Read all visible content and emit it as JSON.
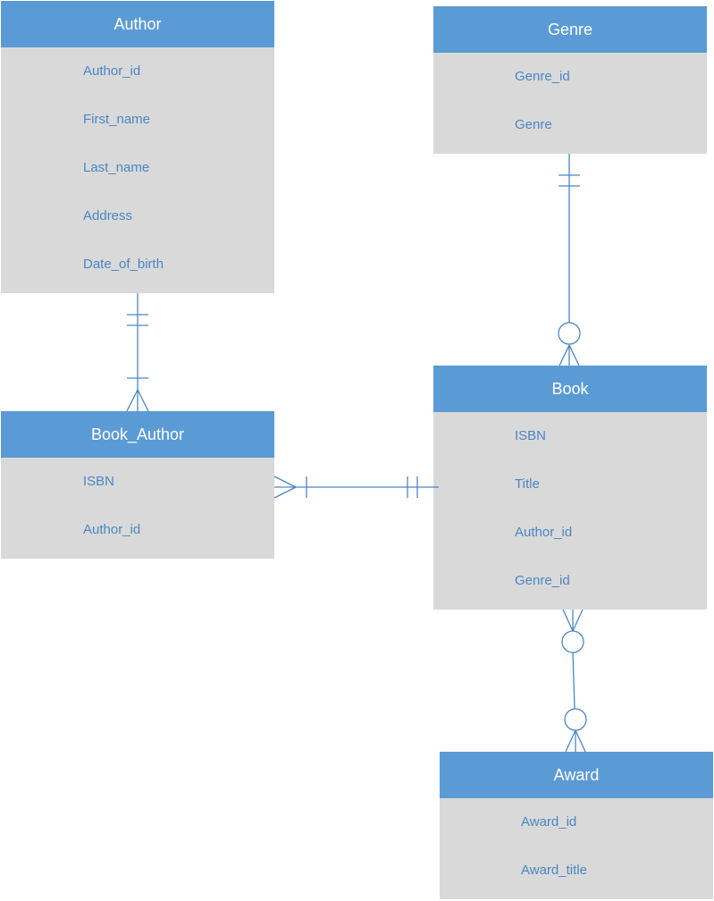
{
  "entities": {
    "author": {
      "title": "Author",
      "attributes": [
        "Author_id",
        "First_name",
        "Last_name",
        "Address",
        "Date_of_birth"
      ]
    },
    "genre": {
      "title": "Genre",
      "attributes": [
        "Genre_id",
        "Genre"
      ]
    },
    "book_author": {
      "title": "Book_Author",
      "attributes": [
        "ISBN",
        "Author_id"
      ]
    },
    "book": {
      "title": "Book",
      "attributes": [
        "ISBN",
        "Title",
        "Author_id",
        "Genre_id"
      ]
    },
    "award": {
      "title": "Award",
      "attributes": [
        "Award_id",
        "Award_title"
      ]
    }
  },
  "relationships": [
    {
      "from": "Author",
      "to": "Book_Author",
      "from_cardinality": "one-and-only-one",
      "to_cardinality": "one-or-many"
    },
    {
      "from": "Book",
      "to": "Book_Author",
      "from_cardinality": "one-and-only-one",
      "to_cardinality": "one-or-many"
    },
    {
      "from": "Genre",
      "to": "Book",
      "from_cardinality": "one-and-only-one",
      "to_cardinality": "zero-or-many"
    },
    {
      "from": "Book",
      "to": "Award",
      "from_cardinality": "zero-or-many",
      "to_cardinality": "zero-or-many"
    }
  ],
  "colors": {
    "header": "#5b9bd5",
    "body": "#d9d9d9",
    "attribute_text": "#4a86c5",
    "connector": "#4a86c5"
  }
}
